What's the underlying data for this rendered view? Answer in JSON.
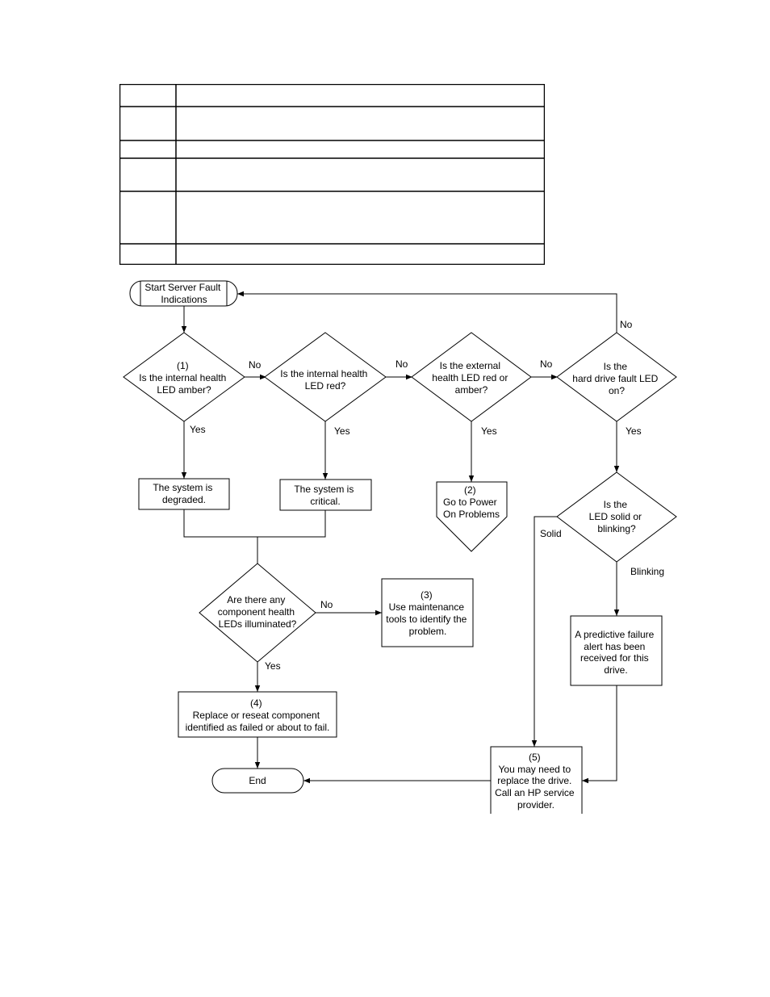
{
  "table": {
    "rows": [
      {
        "item": "",
        "description": ""
      },
      {
        "item": "",
        "description": ""
      },
      {
        "item": "",
        "description": ""
      },
      {
        "item": "",
        "description": ""
      },
      {
        "item": "",
        "description": ""
      },
      {
        "item": "",
        "description": ""
      }
    ]
  },
  "flowchart": {
    "start": [
      "Start Server Fault",
      "Indications"
    ],
    "q1": [
      "(1)",
      "Is the internal health",
      "LED amber?"
    ],
    "q2": [
      "Is the internal health",
      "LED red?"
    ],
    "q3": [
      "Is the external",
      "health LED red or",
      "amber?"
    ],
    "q4": [
      "Is the",
      "hard drive fault LED",
      "on?"
    ],
    "degraded": [
      "The system is",
      "degraded."
    ],
    "critical": [
      "The system is",
      "critical."
    ],
    "power": [
      "(2)",
      "Go to Power",
      "On Problems"
    ],
    "q5": [
      "Is the",
      "LED solid or",
      "blinking?"
    ],
    "q6": [
      "Are there any",
      "component health",
      "LEDs illuminated?"
    ],
    "maintenance": [
      "(3)",
      "Use maintenance",
      "tools to identify the",
      "problem."
    ],
    "predictive": [
      "A predictive failure",
      "alert has been",
      "received for this",
      "drive."
    ],
    "replace_component": [
      "(4)",
      "Replace or reseat component",
      "identified as failed or about to fail."
    ],
    "replace_drive": [
      "(5)",
      "You may need to",
      "replace the drive.",
      "Call an HP service",
      "provider."
    ],
    "end": "End",
    "labels": {
      "yes": "Yes",
      "no": "No",
      "solid": "Solid",
      "blinking": "Blinking"
    }
  }
}
